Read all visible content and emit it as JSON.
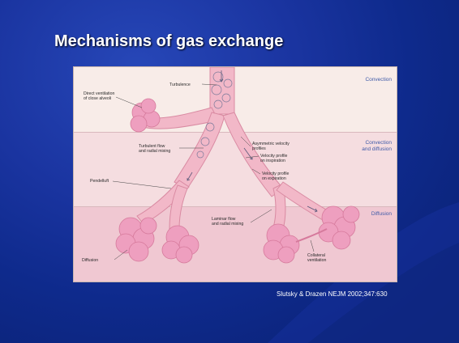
{
  "slide": {
    "title": "Mechanisms of gas exchange",
    "citation": "Slutsky & Drazen NEJM 2002;347:630"
  },
  "figure": {
    "zones": {
      "convection": "Convection",
      "convection_diffusion_1": "Convection",
      "convection_diffusion_2": "and diffusion",
      "diffusion": "Diffusion"
    },
    "labels": {
      "turbulence": "Turbulence",
      "direct_ventilation_1": "Direct ventilation",
      "direct_ventilation_2": "of close alveoli",
      "turbulent_flow_1": "Turbulent flow",
      "turbulent_flow_2": "and radial mixing",
      "asymmetric_1": "Asymmetric velocity",
      "asymmetric_2": "profiles",
      "velocity_insp_1": "Velocity profile",
      "velocity_insp_2": "on inspiration",
      "velocity_exp_1": "Velocity profile",
      "velocity_exp_2": "on expiration",
      "pendelluft": "Pendelluft",
      "laminar_1": "Laminar flow",
      "laminar_2": "and radial mixing",
      "diffusion": "Diffusion",
      "collateral_1": "Collateral",
      "collateral_2": "ventilation"
    },
    "colors": {
      "airway": "#f2b8c8",
      "airway_edge": "#d98aa2",
      "alveoli": "#ee9fbf",
      "zone_text": "#3f5aa8"
    }
  }
}
